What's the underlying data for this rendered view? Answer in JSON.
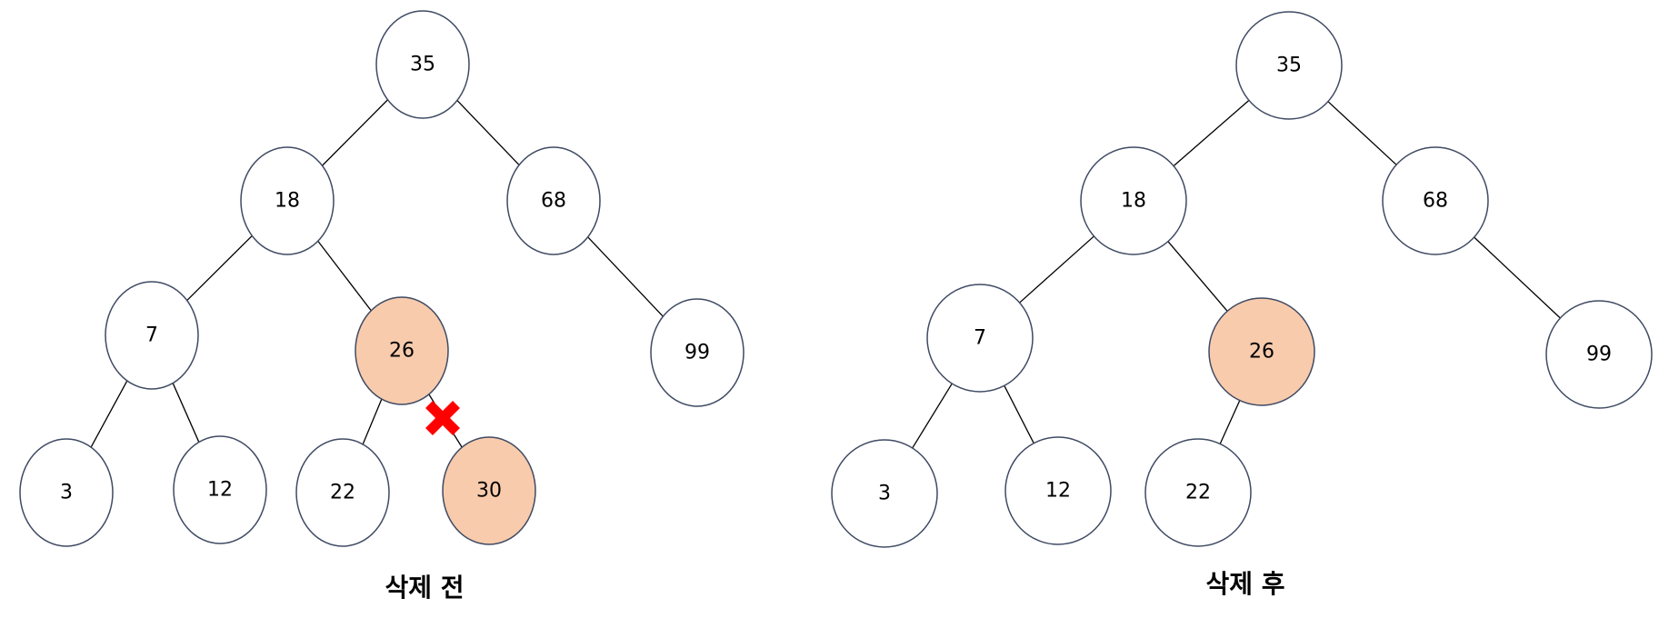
{
  "colors": {
    "highlight": "#f8cbad",
    "node_fill": "#ffffff",
    "node_stroke": "#3f4a63",
    "edge": "#000000",
    "cross_mark": "#ff0000"
  },
  "before": {
    "caption": "삭제 전",
    "nodes": [
      {
        "id": "b35",
        "label": "35",
        "highlighted": false
      },
      {
        "id": "b18",
        "label": "18",
        "highlighted": false
      },
      {
        "id": "b68",
        "label": "68",
        "highlighted": false
      },
      {
        "id": "b7",
        "label": "7",
        "highlighted": false
      },
      {
        "id": "b26",
        "label": "26",
        "highlighted": true
      },
      {
        "id": "b99",
        "label": "99",
        "highlighted": false
      },
      {
        "id": "b3",
        "label": "3",
        "highlighted": false
      },
      {
        "id": "b12",
        "label": "12",
        "highlighted": false
      },
      {
        "id": "b22",
        "label": "22",
        "highlighted": false
      },
      {
        "id": "b30",
        "label": "30",
        "highlighted": true
      }
    ],
    "edges": [
      {
        "from": "b35",
        "to": "b18"
      },
      {
        "from": "b35",
        "to": "b68"
      },
      {
        "from": "b18",
        "to": "b7"
      },
      {
        "from": "b18",
        "to": "b26"
      },
      {
        "from": "b68",
        "to": "b99"
      },
      {
        "from": "b7",
        "to": "b3"
      },
      {
        "from": "b7",
        "to": "b12"
      },
      {
        "from": "b26",
        "to": "b22"
      },
      {
        "from": "b26",
        "to": "b30",
        "deleted": true
      }
    ],
    "cross_icon": "x-mark-icon"
  },
  "after": {
    "caption": "삭제 후",
    "nodes": [
      {
        "id": "a35",
        "label": "35",
        "highlighted": false
      },
      {
        "id": "a18",
        "label": "18",
        "highlighted": false
      },
      {
        "id": "a68",
        "label": "68",
        "highlighted": false
      },
      {
        "id": "a7",
        "label": "7",
        "highlighted": false
      },
      {
        "id": "a26",
        "label": "26",
        "highlighted": true
      },
      {
        "id": "a99",
        "label": "99",
        "highlighted": false
      },
      {
        "id": "a3",
        "label": "3",
        "highlighted": false
      },
      {
        "id": "a12",
        "label": "12",
        "highlighted": false
      },
      {
        "id": "a22",
        "label": "22",
        "highlighted": false
      }
    ],
    "edges": [
      {
        "from": "a35",
        "to": "a18"
      },
      {
        "from": "a35",
        "to": "a68"
      },
      {
        "from": "a18",
        "to": "a7"
      },
      {
        "from": "a18",
        "to": "a26"
      },
      {
        "from": "a68",
        "to": "a99"
      },
      {
        "from": "a7",
        "to": "a3"
      },
      {
        "from": "a7",
        "to": "a12"
      },
      {
        "from": "a26",
        "to": "a22"
      }
    ]
  }
}
